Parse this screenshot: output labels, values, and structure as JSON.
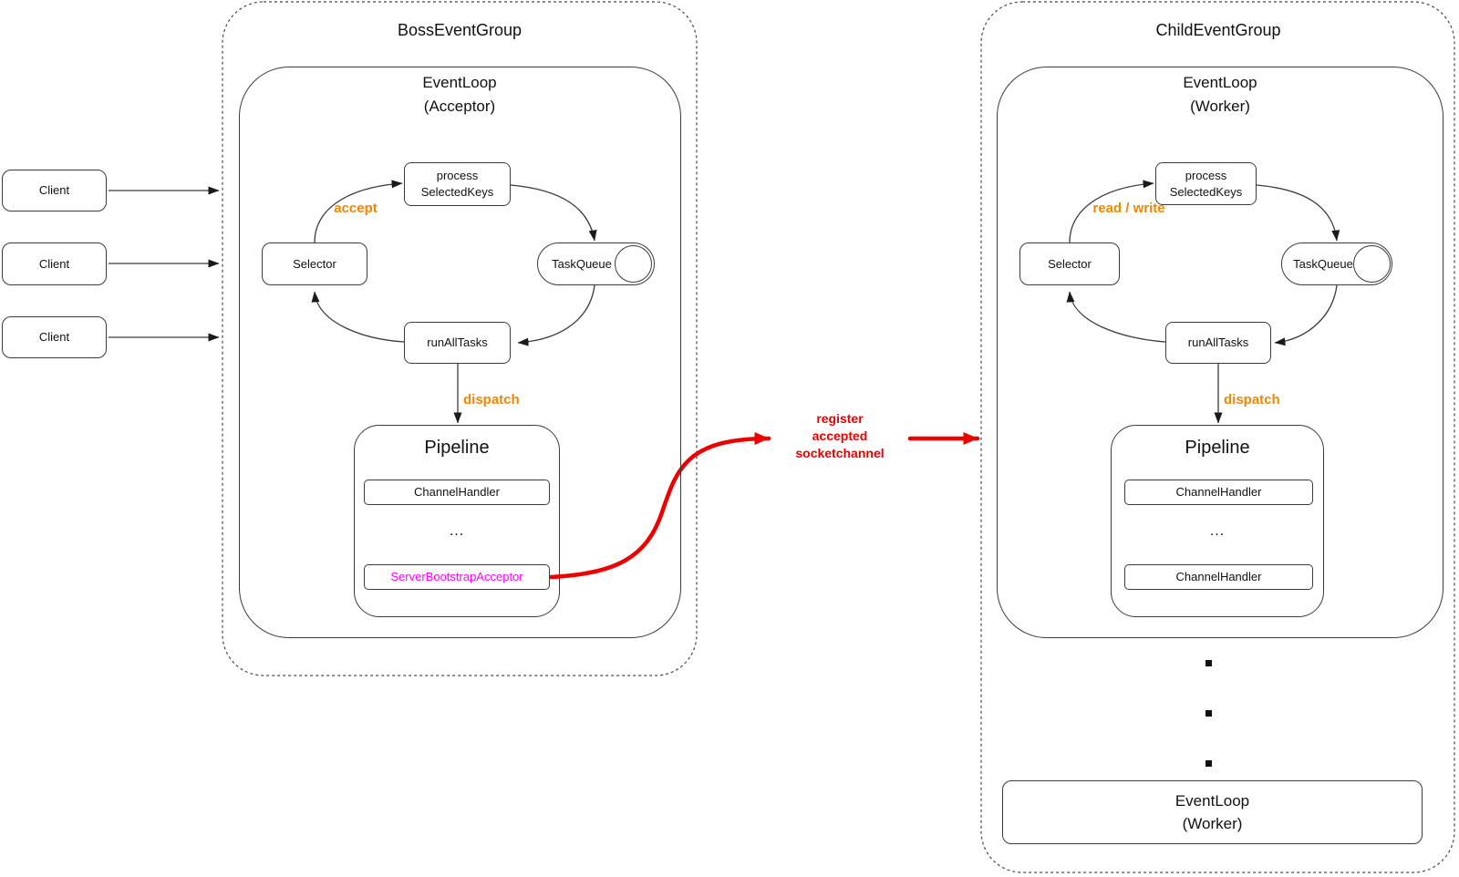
{
  "colors": {
    "orange": "#F08705",
    "red": "#EE0000",
    "magenta": "#FF00FF",
    "stroke": "#3B3B3B"
  },
  "clients": {
    "labels": [
      "Client",
      "Client",
      "Client"
    ]
  },
  "boss_group": {
    "title": "BossEventGroup",
    "event_loop": {
      "title": "EventLoop\n(Acceptor)",
      "process_selected_keys": "process\nSelectedKeys",
      "selector": "Selector",
      "task_queue": "TaskQueue",
      "run_all_tasks": "runAllTasks",
      "accept_label": "accept",
      "dispatch_label": "dispatch",
      "pipeline": {
        "title": "Pipeline",
        "handlers": [
          "ChannelHandler",
          "...",
          "ServerBootstrapAcceptor"
        ]
      }
    }
  },
  "register_arrow": {
    "label": "register\naccepted\nsocketchannel"
  },
  "child_group": {
    "title": "ChildEventGroup",
    "event_loop": {
      "title": "EventLoop\n(Worker)",
      "process_selected_keys": "process\nSelectedKeys",
      "selector": "Selector",
      "task_queue": "TaskQueue",
      "run_all_tasks": "runAllTasks",
      "read_write_label": "read / write",
      "dispatch_label": "dispatch",
      "pipeline": {
        "title": "Pipeline",
        "handlers": [
          "ChannelHandler",
          "...",
          "ChannelHandler"
        ]
      }
    },
    "more_worker_loop": "EventLoop\n(Worker)"
  }
}
